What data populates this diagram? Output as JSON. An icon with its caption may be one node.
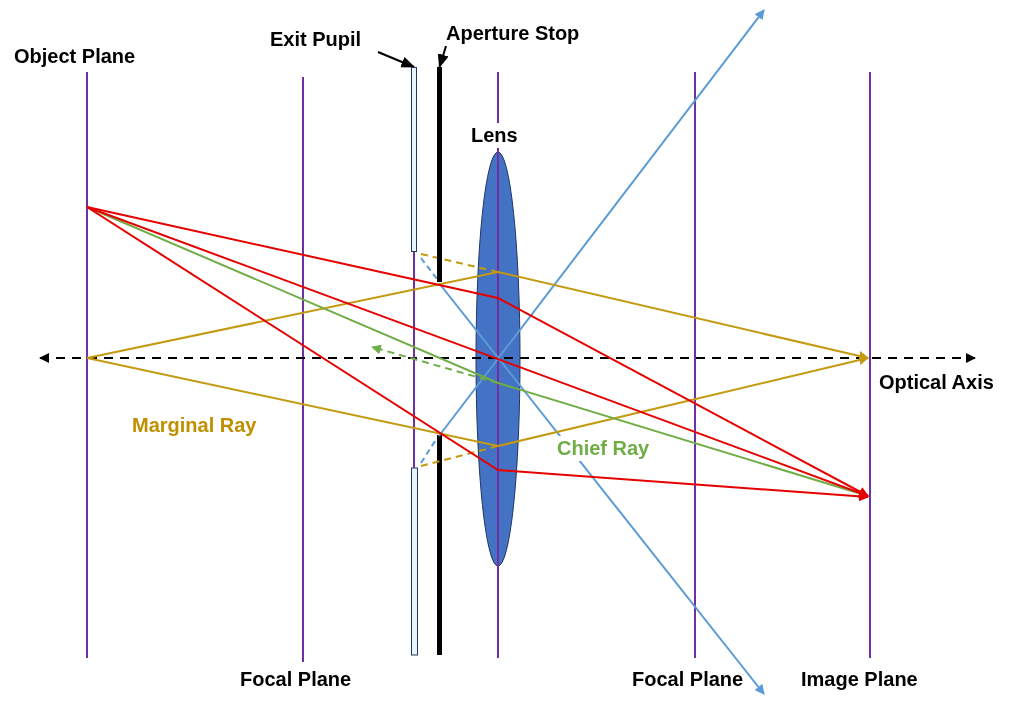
{
  "diagram": {
    "nodes": [
      {
        "text": [
          "Exit Pupil"
        ]
      },
      {
        "text": [],
        "shape": "bar"
      },
      {
        "text": [
          "Aperture Stop"
        ]
      },
      {
        "text": [],
        "shape": "bar"
      }
    ],
    "edges": [
      {
        "from": 0,
        "to": 1,
        "arrow": "to"
      },
      {
        "from": 2,
        "to": 3,
        "arrow": "to"
      }
    ],
    "labels": [
      "Object Plane",
      "Lens",
      "Optical Axis",
      "Marginal Ray",
      "Chief Ray",
      "Focal Plane",
      "Focal Plane",
      "Image Plane"
    ]
  }
}
